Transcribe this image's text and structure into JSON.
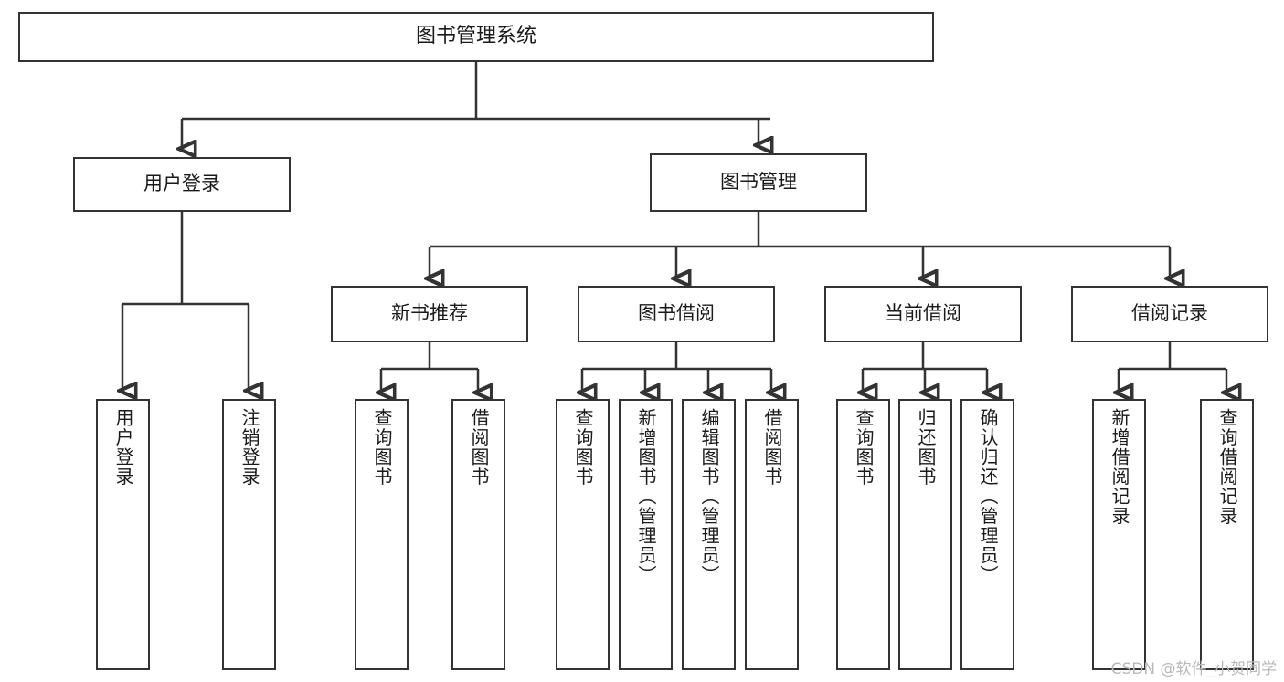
{
  "diagram": {
    "title": "图书管理系统",
    "type": "tree-hierarchy",
    "colors": {
      "stroke": "#333333",
      "fill": "#ffffff",
      "text": "#1a1a1a",
      "watermark": "#b9b9b9"
    },
    "root": {
      "label": "图书管理系统"
    },
    "level2": [
      {
        "label": "用户登录"
      },
      {
        "label": "图书管理"
      }
    ],
    "level3": [
      {
        "label": "新书推荐"
      },
      {
        "label": "图书借阅"
      },
      {
        "label": "当前借阅"
      },
      {
        "label": "借阅记录"
      }
    ],
    "leaves": {
      "user_login": [
        {
          "label": "用户登录"
        },
        {
          "label": "注销登录"
        }
      ],
      "new_book_recommend": [
        {
          "label": "查询图书"
        },
        {
          "label": "借阅图书"
        }
      ],
      "book_borrow": [
        {
          "label": "查询图书"
        },
        {
          "label": "新增图书（管理员）"
        },
        {
          "label": "编辑图书（管理员）"
        },
        {
          "label": "借阅图书"
        }
      ],
      "current_borrow": [
        {
          "label": "查询图书"
        },
        {
          "label": "归还图书"
        },
        {
          "label": "确认归还（管理员）"
        }
      ],
      "borrow_record": [
        {
          "label": "新增借阅记录"
        },
        {
          "label": "查询借阅记录"
        }
      ]
    },
    "watermark": "CSDN @软件_小贺同学"
  }
}
